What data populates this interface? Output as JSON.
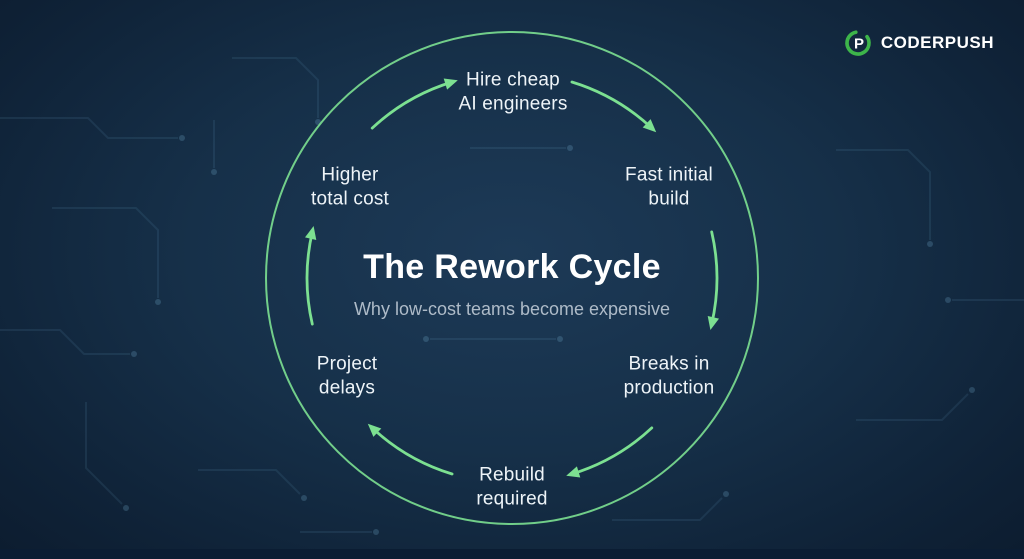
{
  "logo": {
    "text": "CODERPUSH",
    "icon": "coderpush-mark",
    "green": "#3DB54A"
  },
  "center": {
    "title": "The Rework Cycle",
    "subtitle": "Why low-cost teams become expensive"
  },
  "cycle": {
    "color": "#7ce091",
    "direction": "clockwise",
    "stages": [
      {
        "id": "hire",
        "label": "Hire cheap\nAI engineers"
      },
      {
        "id": "fast",
        "label": "Fast initial\nbuild"
      },
      {
        "id": "breaks",
        "label": "Breaks in\nproduction"
      },
      {
        "id": "rebuild",
        "label": "Rebuild\nrequired"
      },
      {
        "id": "project",
        "label": "Project\ndelays"
      },
      {
        "id": "higher",
        "label": "Higher\ntotal cost"
      }
    ]
  }
}
